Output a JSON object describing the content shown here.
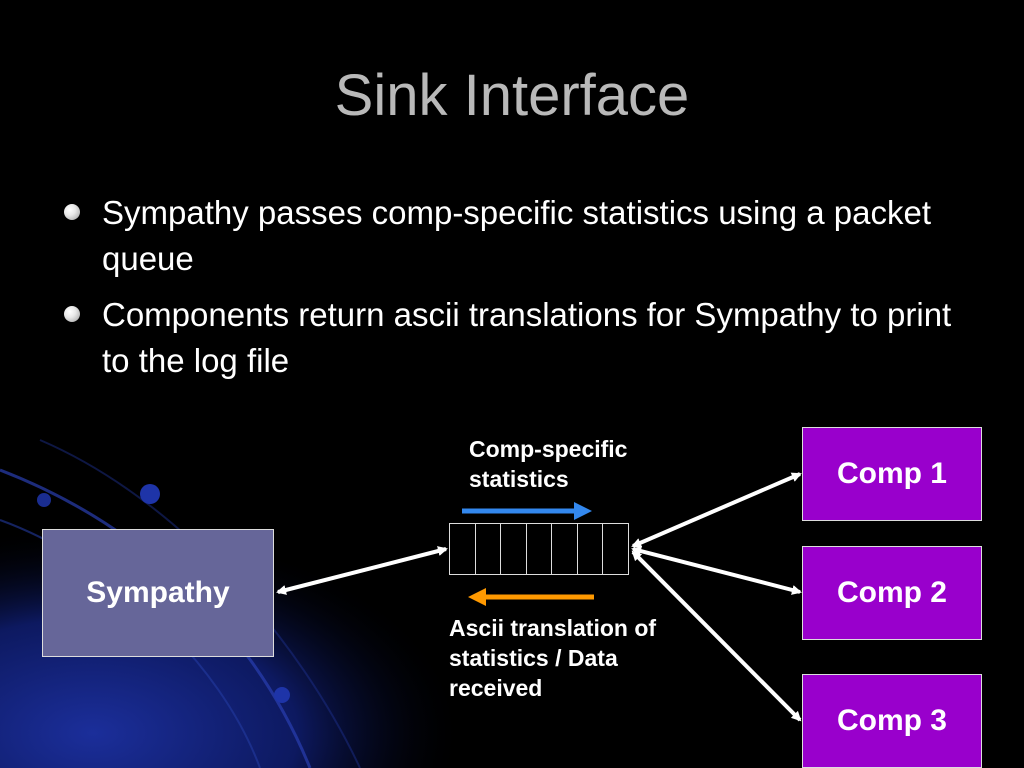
{
  "slide": {
    "title": "Sink Interface",
    "bullets": [
      "Sympathy passes comp-specific statistics using a packet queue",
      "Components return ascii translations for Sympathy to print to the log file"
    ]
  },
  "diagram": {
    "source_box": "Sympathy",
    "components": [
      "Comp 1",
      "Comp 2",
      "Comp 3"
    ],
    "top_label": "Comp-specific statistics",
    "bottom_label": "Ascii translation of statistics / Data received",
    "colors": {
      "sympathy_box": "#666699",
      "component_box": "#9900cc",
      "forward_arrow": "#3388ee",
      "return_arrow": "#ff9900",
      "connector": "#ffffff"
    }
  }
}
